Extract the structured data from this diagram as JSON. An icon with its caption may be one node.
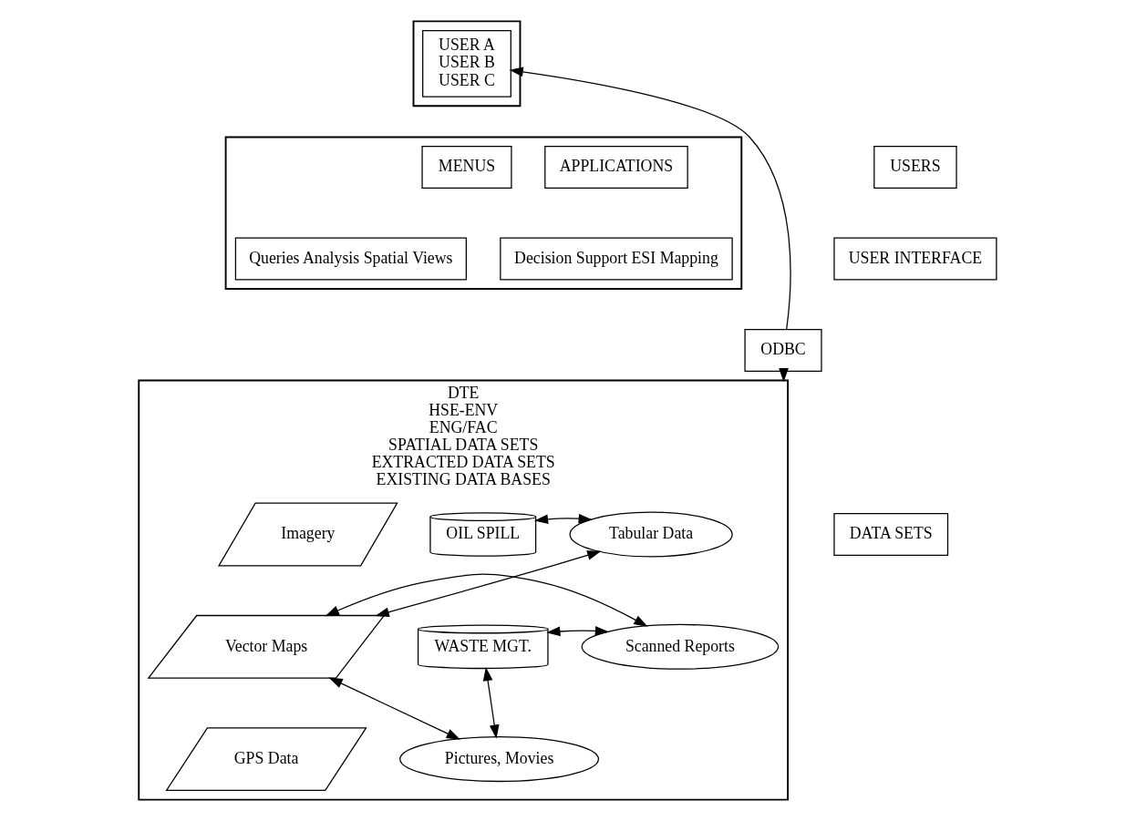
{
  "diagram": {
    "nodes": [
      {
        "text": [],
        "shape": "box"
      },
      {
        "text": [
          "USER A",
          "USER B",
          "USER C"
        ],
        "in": 0
      },
      {
        "text": [
          "USERS"
        ]
      },
      {
        "text": [],
        "shape": "box"
      },
      {
        "text": [
          "MENUS"
        ],
        "in": 3
      },
      {
        "text": [
          "Queries Analysis Spatial Views"
        ],
        "in": 3
      },
      {
        "text": [
          "APPLICATIONS"
        ],
        "in": 3
      },
      {
        "text": [
          "Decision Support ESI Mapping"
        ],
        "in": 3
      },
      {
        "text": [
          "USER INTERFACE"
        ]
      },
      {
        "text": [
          "ODBC"
        ]
      },
      {
        "text": [
          "DTE",
          "HSE-ENV",
          "ENG/FAC",
          "SPATIAL DATA SETS",
          "EXTRACTED DATA SETS",
          "EXISTING DATA BASES"
        ]
      },
      {
        "text": [
          "Imagery"
        ],
        "in": 10
      },
      {
        "text": [
          "Vector Maps"
        ],
        "in": 10
      },
      {
        "text": [
          "GPS Data"
        ],
        "in": 10
      },
      {
        "text": [
          "Tabular Data"
        ],
        "in": 10
      },
      {
        "text": [
          "Scanned Reports"
        ],
        "in": 10
      },
      {
        "text": [
          "Pictures, Movies"
        ],
        "in": 10
      },
      {
        "text": [
          "OIL SPILL"
        ],
        "in": 10
      },
      {
        "text": [
          "WASTE MGT."
        ],
        "in": 10
      },
      {
        "text": [
          "DATA SETS"
        ]
      }
    ],
    "edges": [
      {
        "from": 9,
        "to": 1,
        "arrow": "to"
      },
      {
        "from": 9,
        "to": 10,
        "arrow": "to"
      },
      {
        "from": 12,
        "to": 14,
        "arrow": "both"
      },
      {
        "from": 12,
        "to": 15,
        "arrow": "both"
      },
      {
        "from": 12,
        "to": 16,
        "arrow": "both"
      },
      {
        "from": 14,
        "to": 17,
        "arrow": "both"
      },
      {
        "from": 15,
        "to": 18,
        "arrow": "both"
      },
      {
        "from": 16,
        "to": 18,
        "arrow": "both"
      }
    ]
  }
}
